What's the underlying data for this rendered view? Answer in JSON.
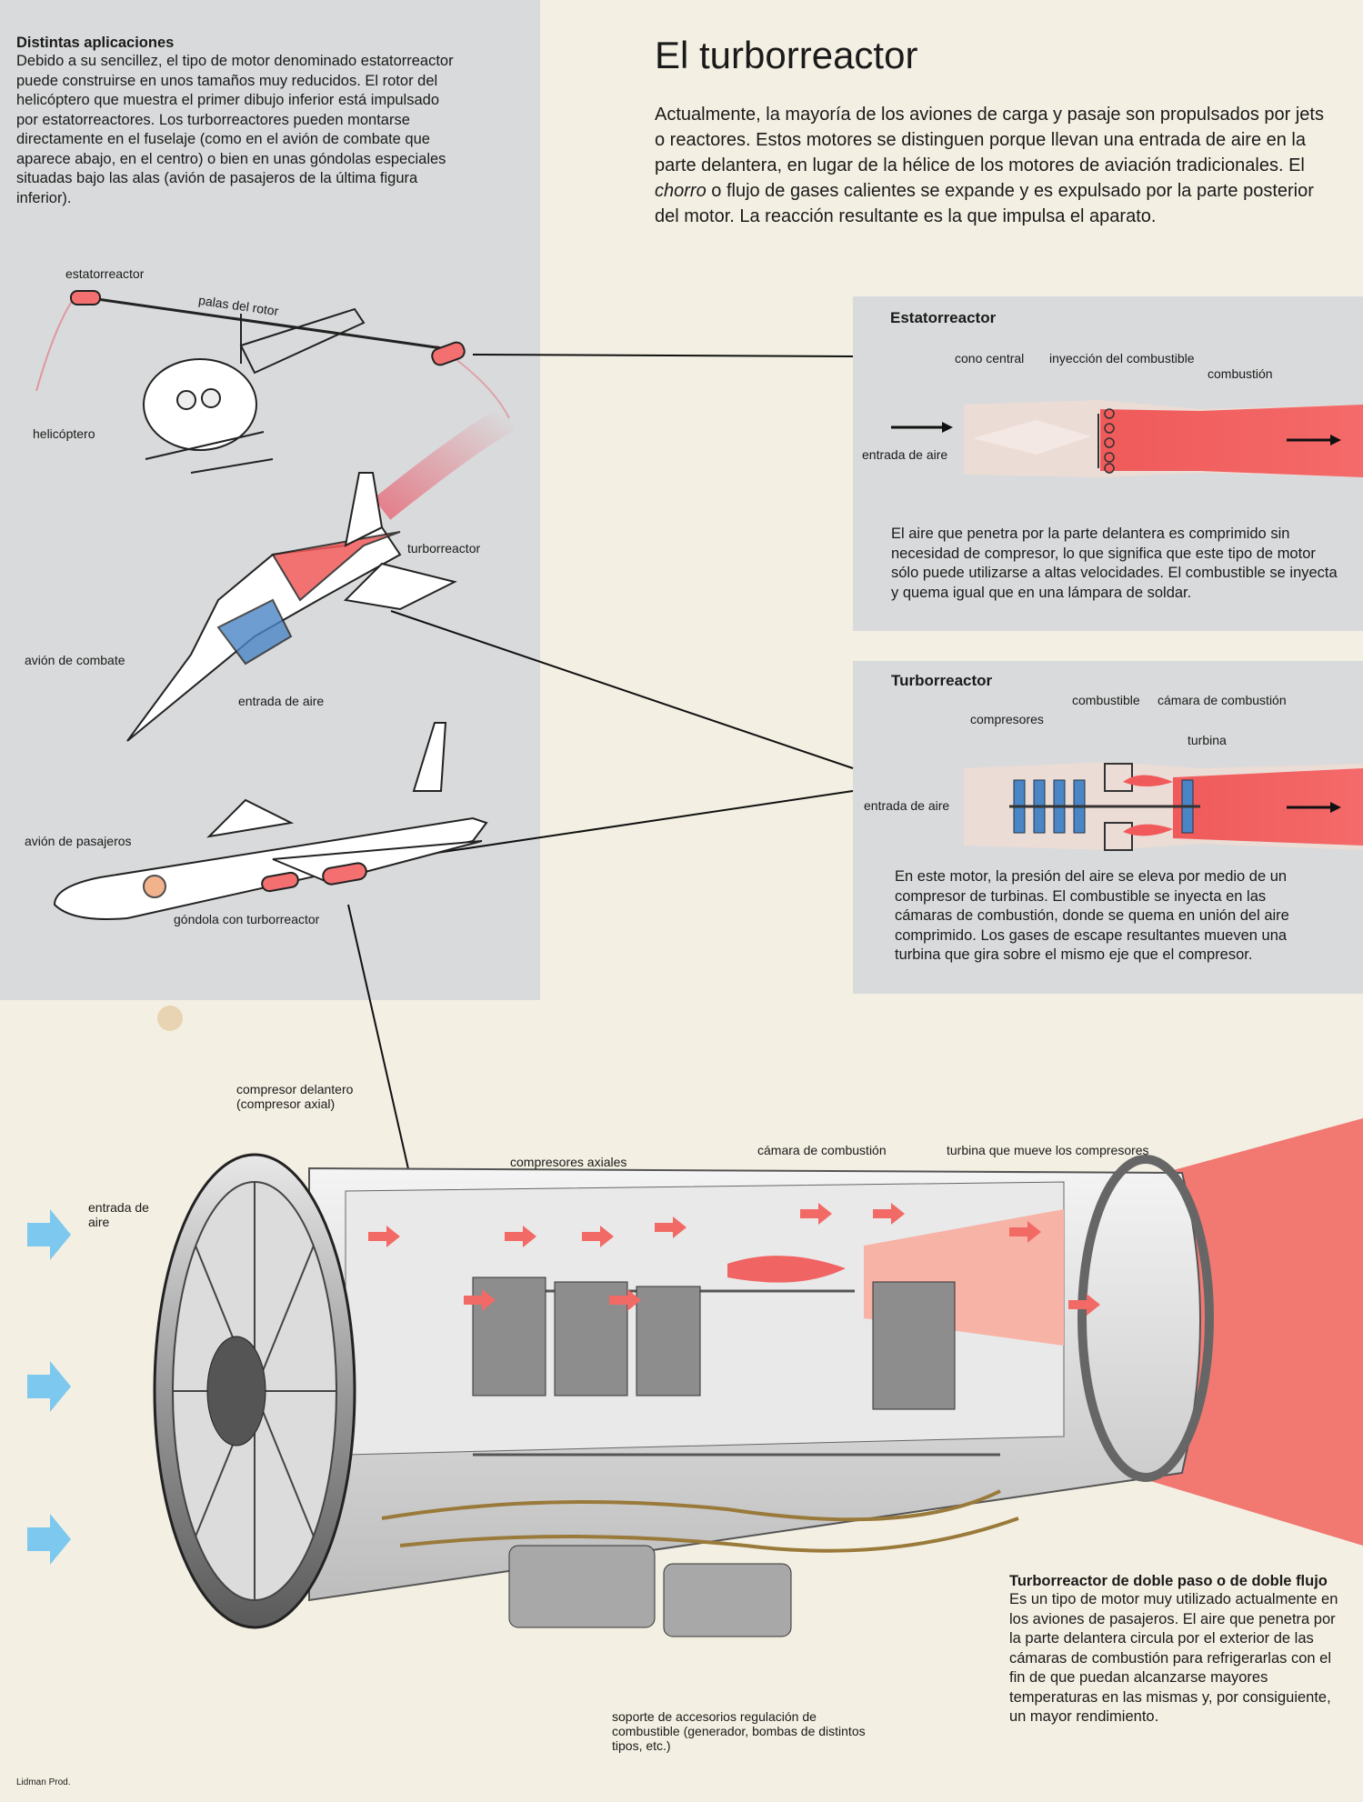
{
  "side_panel": {
    "heading": "Distintas aplicaciones",
    "text": "Debido a su sencillez, el tipo de motor denominado estatorreactor puede construirse en unos tamaños muy reducidos. El rotor del helicóptero que muestra el primer dibujo inferior está impulsado por estatorreactores. Los turborreactores pueden montarse directamente en el fuselaje (como en el avión de combate que aparece abajo, en el centro) o bien en unas góndolas especiales situadas bajo las alas (avión de pasajeros de la última figura inferior).",
    "labels": {
      "estatorreactor": "estatorreactor",
      "palas": "palas del rotor",
      "helicoptero": "helicóptero",
      "turborreactor": "turborreactor",
      "avion_combate": "avión de combate",
      "entrada_aire": "entrada de aire",
      "avion_pasajeros": "avión de pasajeros",
      "gondola": "góndola con turborreactor"
    }
  },
  "main": {
    "title": "El turborreactor",
    "lead_before": "Actualmente, la mayoría de los aviones de carga y pasaje son propulsados por jets o reactores. Estos motores se distinguen porque llevan una entrada de aire en la parte delantera, en lugar de la hélice de los motores de aviación tradicionales. El ",
    "lead_italic": "chorro",
    "lead_after": " o flujo de gases calientes se expande y es expulsado por la parte posterior del motor. La reacción resultante es la que impulsa el aparato."
  },
  "ramjet_box": {
    "title": "Estatorreactor",
    "labels": {
      "cono": "cono central",
      "inyeccion": "inyección del combustible",
      "combustion": "combustión",
      "entrada": "entrada de aire"
    },
    "text": "El aire que penetra por la parte delantera es comprimido sin necesidad de compresor, lo que significa que este tipo de motor sólo puede utilizarse a altas velocidades. El combustible se inyecta y quema igual que en una lámpara de soldar."
  },
  "turbojet_box": {
    "title": "Turborreactor",
    "labels": {
      "combustible": "combustible",
      "camara": "cámara de combustión",
      "compresores": "compresores",
      "turbina": "turbina",
      "entrada": "entrada de aire"
    },
    "text": "En este motor, la presión del aire se eleva por medio de un compresor de turbinas. El combustible se inyecta en las cámaras de combustión, donde se quema en unión del aire comprimido. Los gases de escape resultantes mueven una turbina que gira sobre el mismo eje que el compresor."
  },
  "engine": {
    "labels": {
      "compresor_delantero": "compresor delantero (compresor axial)",
      "entrada": "entrada de aire",
      "compresores_axiales": "compresores axiales",
      "camara": "cámara de combustión",
      "turbina": "turbina que mueve los compresores",
      "soporte": "soporte de accesorios regulación de combustible (generador, bombas de distintos tipos, etc.)"
    },
    "caption_title": "Turborreactor de doble paso o de doble flujo",
    "caption_text": "Es un tipo de motor muy utilizado actualmente en los aviones de pasajeros. El aire que penetra por la parte delantera circula por el exterior de las cámaras de combustión para refrigerarlas con el fin de que puedan alcanzarse mayores temperaturas en las mismas y, por consiguiente, un mayor rendimiento."
  },
  "credit": "Lidman Prod.",
  "colors": {
    "panel": "#d9dadb",
    "flame": "#f05a5a",
    "air_arrow": "#7cc8ee",
    "compressor": "#4a86c6",
    "page": "#f3efe2"
  }
}
